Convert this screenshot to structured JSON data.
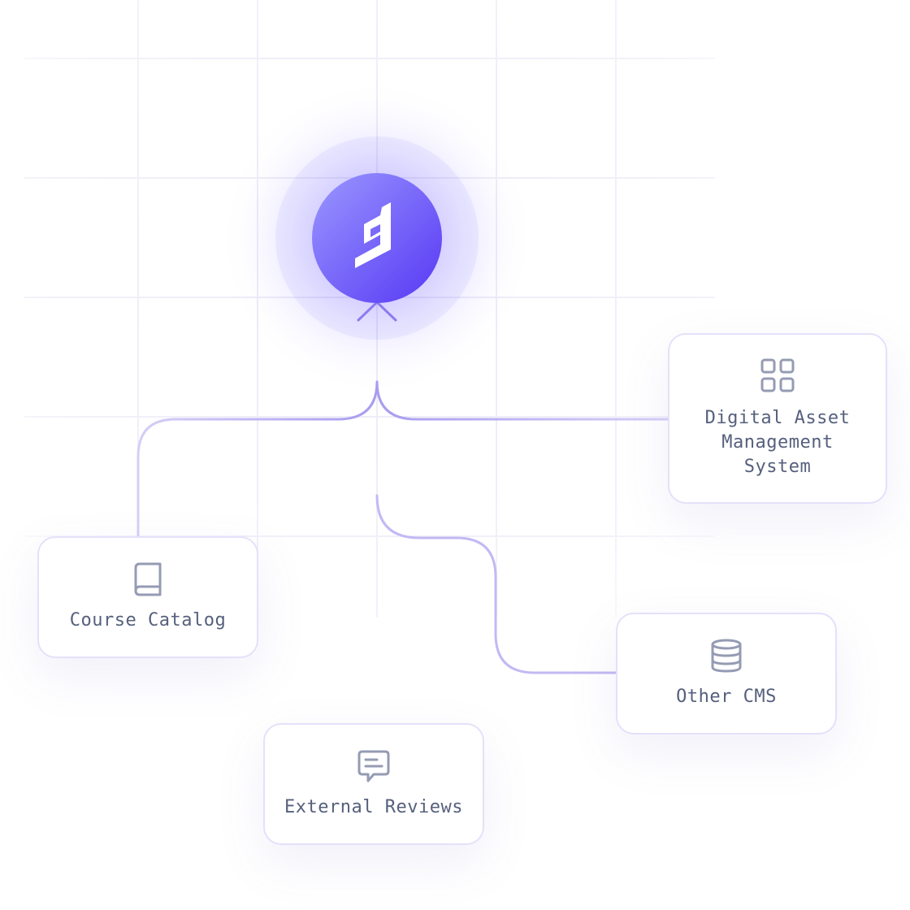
{
  "hub": {
    "icon": "hygraph-logo-icon",
    "color_start": "#8f8cff",
    "color_end": "#5a3ff5"
  },
  "colors": {
    "connector": "#a79cf0",
    "connector_light": "#d5cff7",
    "grid": "#efeef8",
    "node_border": "#e4e1fa",
    "icon": "#959bb3",
    "label": "#56607d"
  },
  "nodes": [
    {
      "id": "dam",
      "icon": "grid-icon",
      "label": "Digital Asset Management System",
      "lines": [
        "Digital Asset",
        "Management",
        "System"
      ]
    },
    {
      "id": "course",
      "icon": "book-icon",
      "label": "Course Catalog"
    },
    {
      "id": "reviews",
      "icon": "chat-bubble-icon",
      "label": "External Reviews"
    },
    {
      "id": "cms",
      "icon": "database-icon",
      "label": "Other CMS"
    }
  ]
}
